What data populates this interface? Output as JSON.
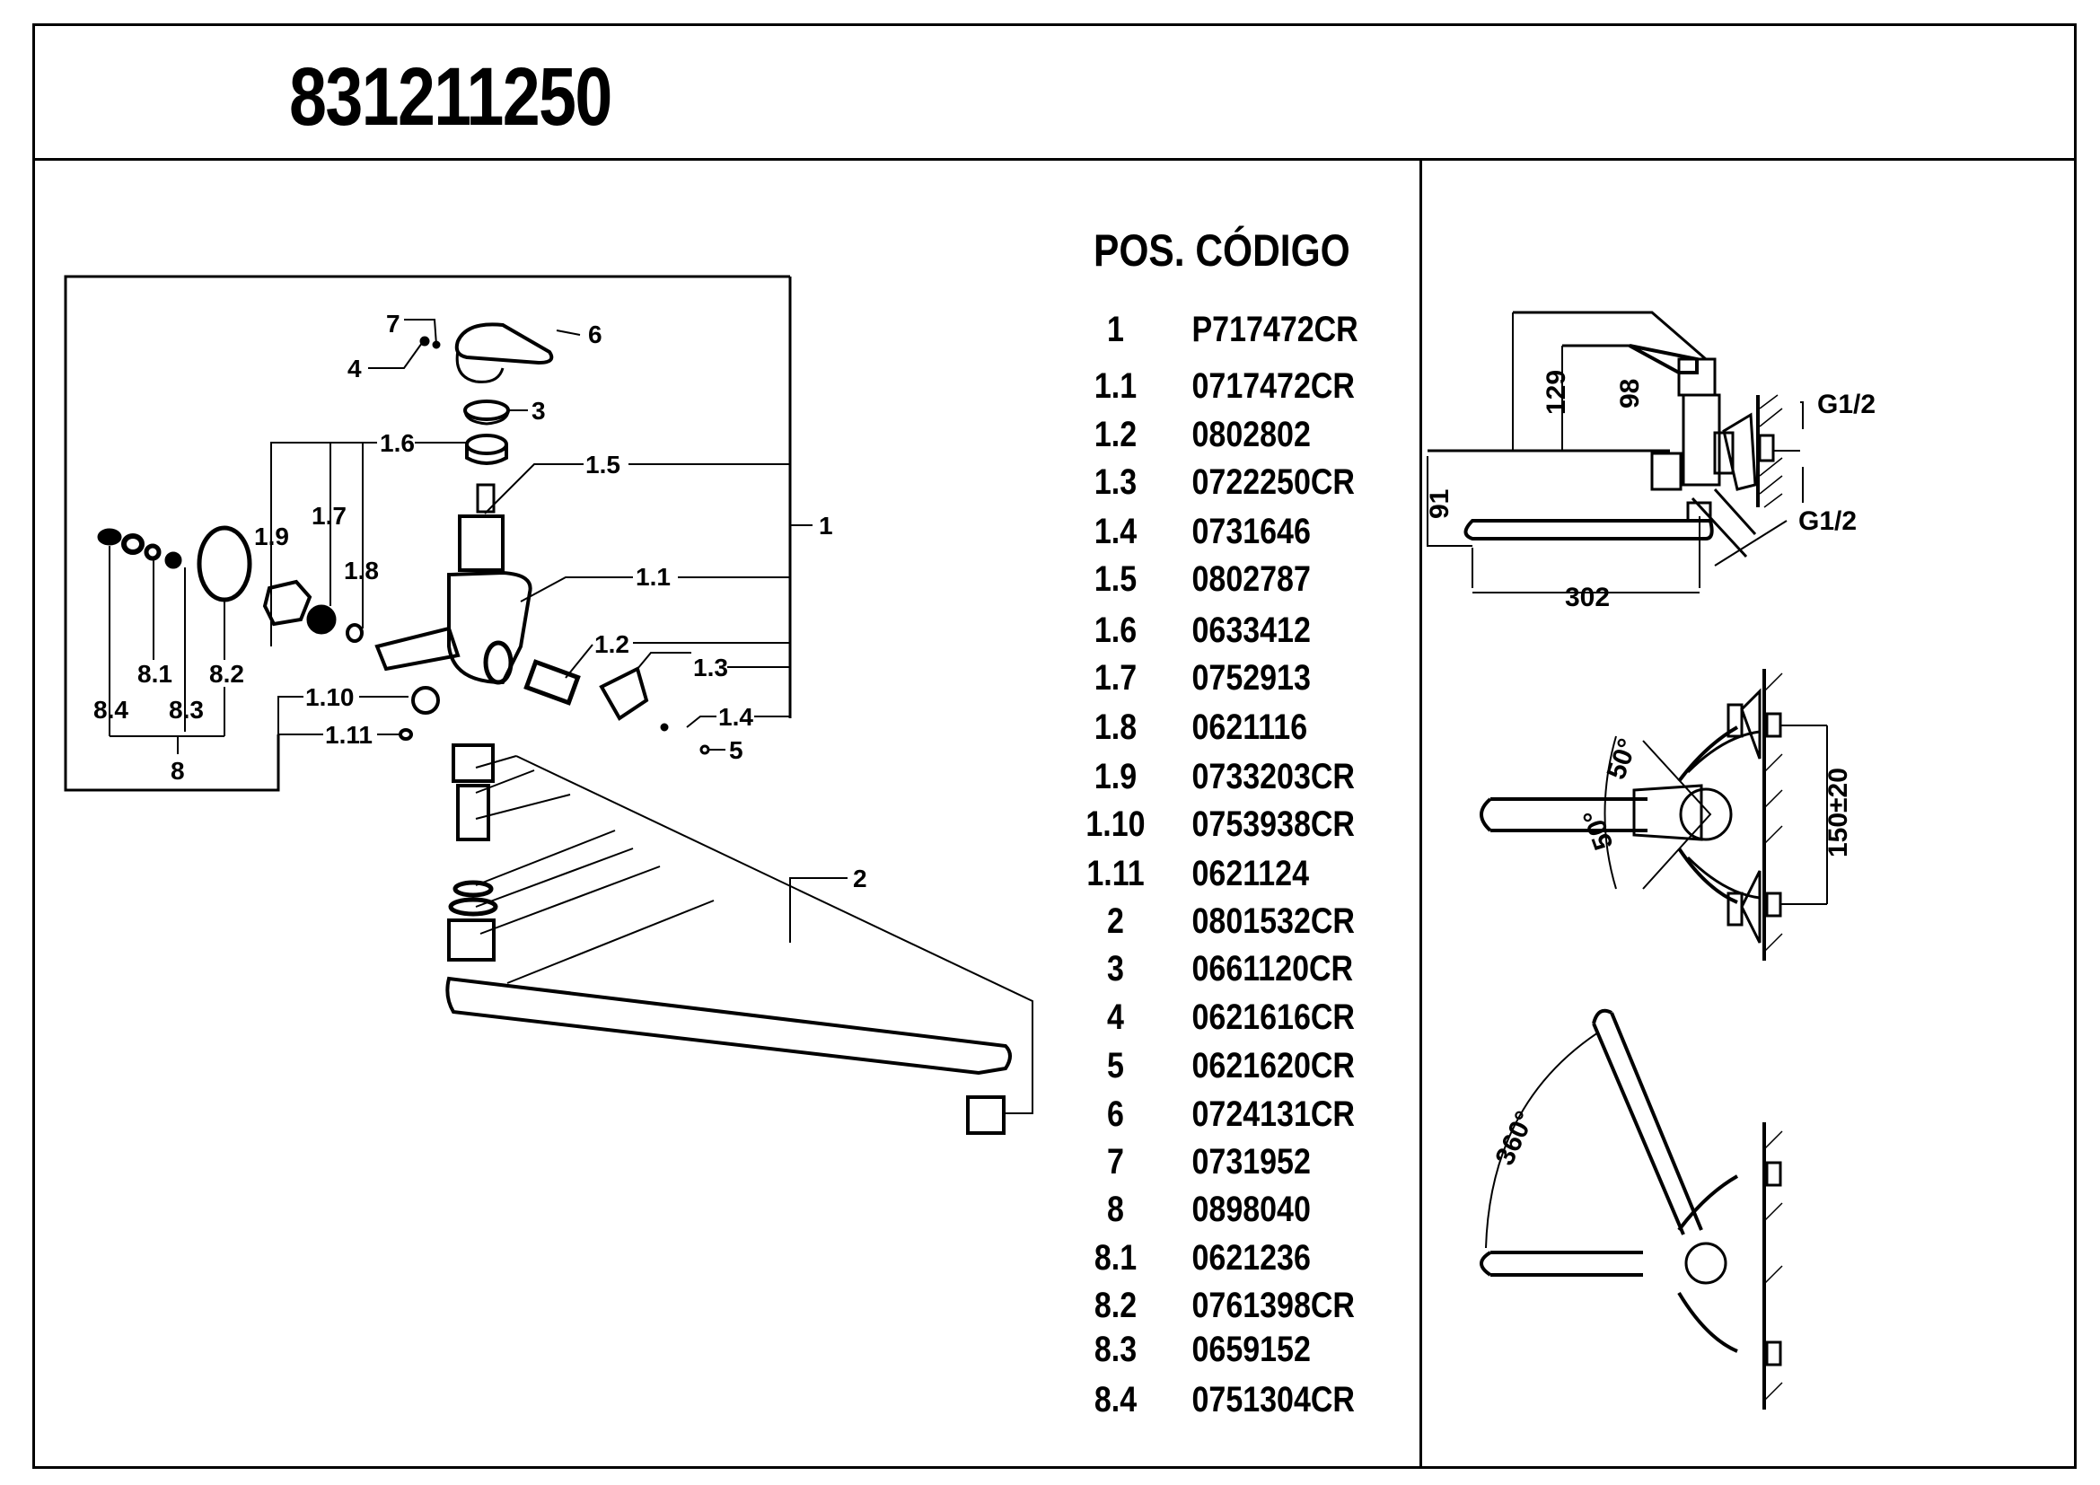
{
  "document": {
    "model_number": "831211250"
  },
  "parts_table": {
    "header": "POS. CÓDIGO",
    "rows": [
      {
        "pos": "1",
        "code": "P717472CR"
      },
      {
        "pos": "1.1",
        "code": "0717472CR"
      },
      {
        "pos": "1.2",
        "code": "0802802"
      },
      {
        "pos": "1.3",
        "code": "0722250CR"
      },
      {
        "pos": "1.4",
        "code": "0731646"
      },
      {
        "pos": "1.5",
        "code": "0802787"
      },
      {
        "pos": "1.6",
        "code": "0633412"
      },
      {
        "pos": "1.7",
        "code": "0752913"
      },
      {
        "pos": "1.8",
        "code": "0621116"
      },
      {
        "pos": "1.9",
        "code": "0733203CR"
      },
      {
        "pos": "1.10",
        "code": "0753938CR"
      },
      {
        "pos": "1.11",
        "code": "0621124"
      },
      {
        "pos": "2",
        "code": "0801532CR"
      },
      {
        "pos": "3",
        "code": "0661120CR"
      },
      {
        "pos": "4",
        "code": "0621616CR"
      },
      {
        "pos": "5",
        "code": "0621620CR"
      },
      {
        "pos": "6",
        "code": "0724131CR"
      },
      {
        "pos": "7",
        "code": "0731952"
      },
      {
        "pos": "8",
        "code": "0898040"
      },
      {
        "pos": "8.1",
        "code": "0621236"
      },
      {
        "pos": "8.2",
        "code": "0761398CR"
      },
      {
        "pos": "8.3",
        "code": "0659152"
      },
      {
        "pos": "8.4",
        "code": "0751304CR"
      }
    ]
  },
  "exploded_view": {
    "callouts": [
      "7",
      "4",
      "6",
      "3",
      "1.6",
      "1.5",
      "1.9",
      "1.7",
      "1.8",
      "1",
      "1.1",
      "1.2",
      "1.3",
      "1.4",
      "5",
      "1.10",
      "1.11",
      "8.1",
      "8.2",
      "8.4",
      "8.3",
      "8",
      "2"
    ]
  },
  "dimensions": {
    "side_view": {
      "height_lever": "129",
      "height_body": "98",
      "height_spout": "91",
      "spout_length": "302",
      "thread_top": "G1/2",
      "thread_bottom": "G1/2"
    },
    "top_view": {
      "angle_up": "50°",
      "angle_down": "50°",
      "spacing": "150±20"
    },
    "rotation_view": {
      "angle": "360°"
    }
  }
}
